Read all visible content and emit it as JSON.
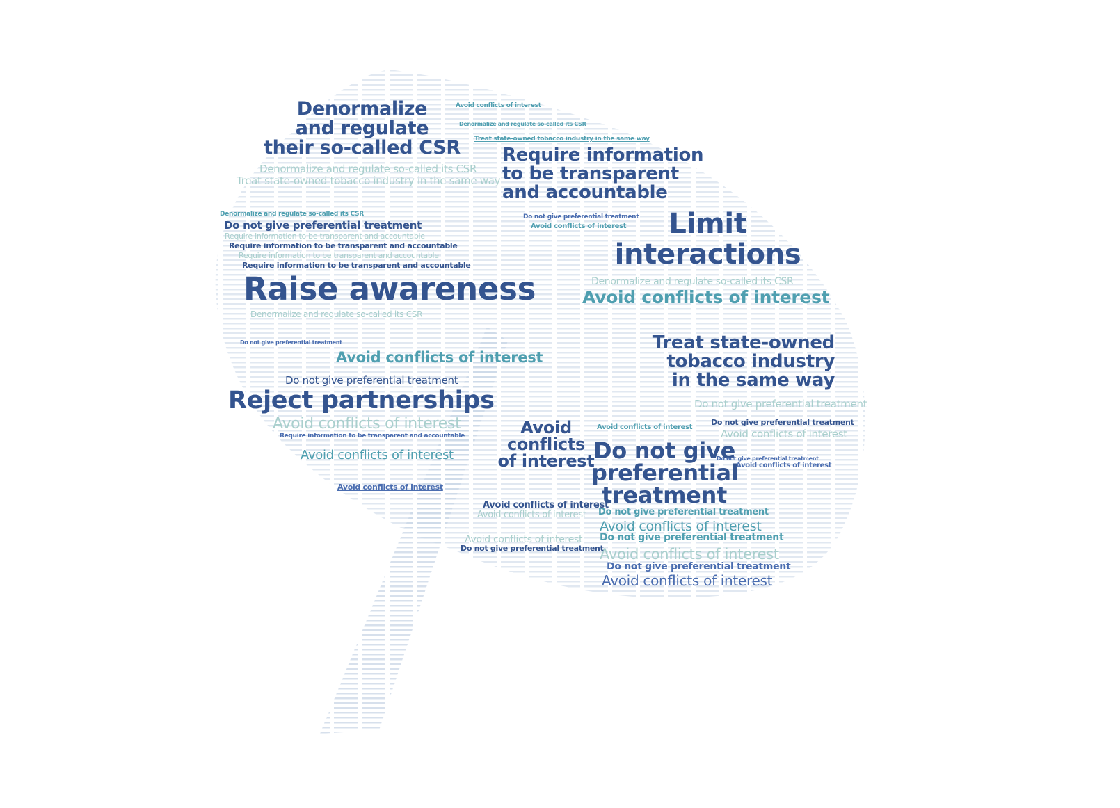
{
  "colors": {
    "dark": "#34548f",
    "blue": "#4a6db0",
    "teal": "#4f9fb0",
    "light": "#a9cfcd"
  },
  "words": [
    {
      "text": "Denormalize\nand regulate\ntheir so-called CSR",
      "tone": "dark"
    },
    {
      "text": "Require information\nto be transparent\nand accountable",
      "tone": "dark"
    },
    {
      "text": "Limit\ninteractions",
      "tone": "dark"
    },
    {
      "text": "Raise awareness",
      "tone": "dark"
    },
    {
      "text": "Treat state-owned\ntobacco industry\nin the same way",
      "tone": "dark"
    },
    {
      "text": "Reject partnerships",
      "tone": "dark"
    },
    {
      "text": "Avoid\nconflicts\nof interest",
      "tone": "dark"
    },
    {
      "text": "Do not give\npreferential\ntreatment",
      "tone": "dark"
    },
    {
      "text": "Avoid conflicts of interest",
      "tone": "teal"
    },
    {
      "text": "Avoid conflicts of interest",
      "tone": "teal"
    },
    {
      "text": "Do not give preferential treatment",
      "tone": "dark"
    },
    {
      "text": "Do not give preferential treatment",
      "tone": "dark"
    },
    {
      "text": "Avoid conflicts of interest",
      "tone": "light"
    },
    {
      "text": "Avoid conflicts of interest",
      "tone": "teal"
    },
    {
      "text": "Denormalize and regulate so-called its CSR",
      "tone": "light"
    },
    {
      "text": "Treat state-owned tobacco industry in the same way",
      "tone": "light"
    },
    {
      "text": "Do not give preferential treatment",
      "tone": "teal"
    },
    {
      "text": "Avoid conflicts of interest",
      "tone": "teal"
    },
    {
      "text": "Do not give preferential treatment",
      "tone": "teal"
    },
    {
      "text": "Avoid conflicts of interest",
      "tone": "light"
    },
    {
      "text": "Do not give preferential treatment",
      "tone": "blue"
    },
    {
      "text": "Avoid conflicts of interest",
      "tone": "blue"
    },
    {
      "text": "Do not give preferential treatment",
      "tone": "light"
    },
    {
      "text": "Do not give preferential treatment",
      "tone": "dark"
    },
    {
      "text": "Avoid conflicts of interest",
      "tone": "light"
    },
    {
      "text": "Denormalize and regulate so-called its CSR",
      "tone": "light"
    },
    {
      "text": "Require information to be transparent and accountable",
      "tone": "light"
    },
    {
      "text": "Require information to be transparent and accountable",
      "tone": "dark"
    },
    {
      "text": "Require information to be transparent and accountable",
      "tone": "light"
    },
    {
      "text": "Require information to be transparent and accountable",
      "tone": "dark"
    },
    {
      "text": "Avoid conflicts of interest",
      "tone": "dark"
    },
    {
      "text": "Avoid conflicts of interest",
      "tone": "light"
    },
    {
      "text": "Avoid conflicts of interest",
      "tone": "light"
    },
    {
      "text": "Do not give preferential treatment",
      "tone": "dark"
    },
    {
      "text": "Avoid conflicts of interest",
      "tone": "blue"
    },
    {
      "text": "Denormalize and regulate so-called its CSR",
      "tone": "light"
    },
    {
      "text": "Denormalize and regulate so-called its CSR",
      "tone": "teal"
    },
    {
      "text": "Do not give preferential treatment",
      "tone": "blue"
    },
    {
      "text": "Avoid conflicts of interest",
      "tone": "blue"
    },
    {
      "text": "Avoid conflicts of interest",
      "tone": "teal"
    },
    {
      "text": "Require information to be transparent and accountable",
      "tone": "blue"
    },
    {
      "text": "Denormalize and regulate so-called its CSR",
      "tone": "teal"
    },
    {
      "text": "Do not give preferential treatment",
      "tone": "blue"
    },
    {
      "text": "Avoid conflicts of interest",
      "tone": "blue"
    },
    {
      "text": "Do not give preferential treatment",
      "tone": "blue"
    },
    {
      "text": "Avoid conflicts of interest",
      "tone": "teal"
    },
    {
      "text": "Treat state-owned tobacco industry in the same way",
      "tone": "teal"
    }
  ]
}
